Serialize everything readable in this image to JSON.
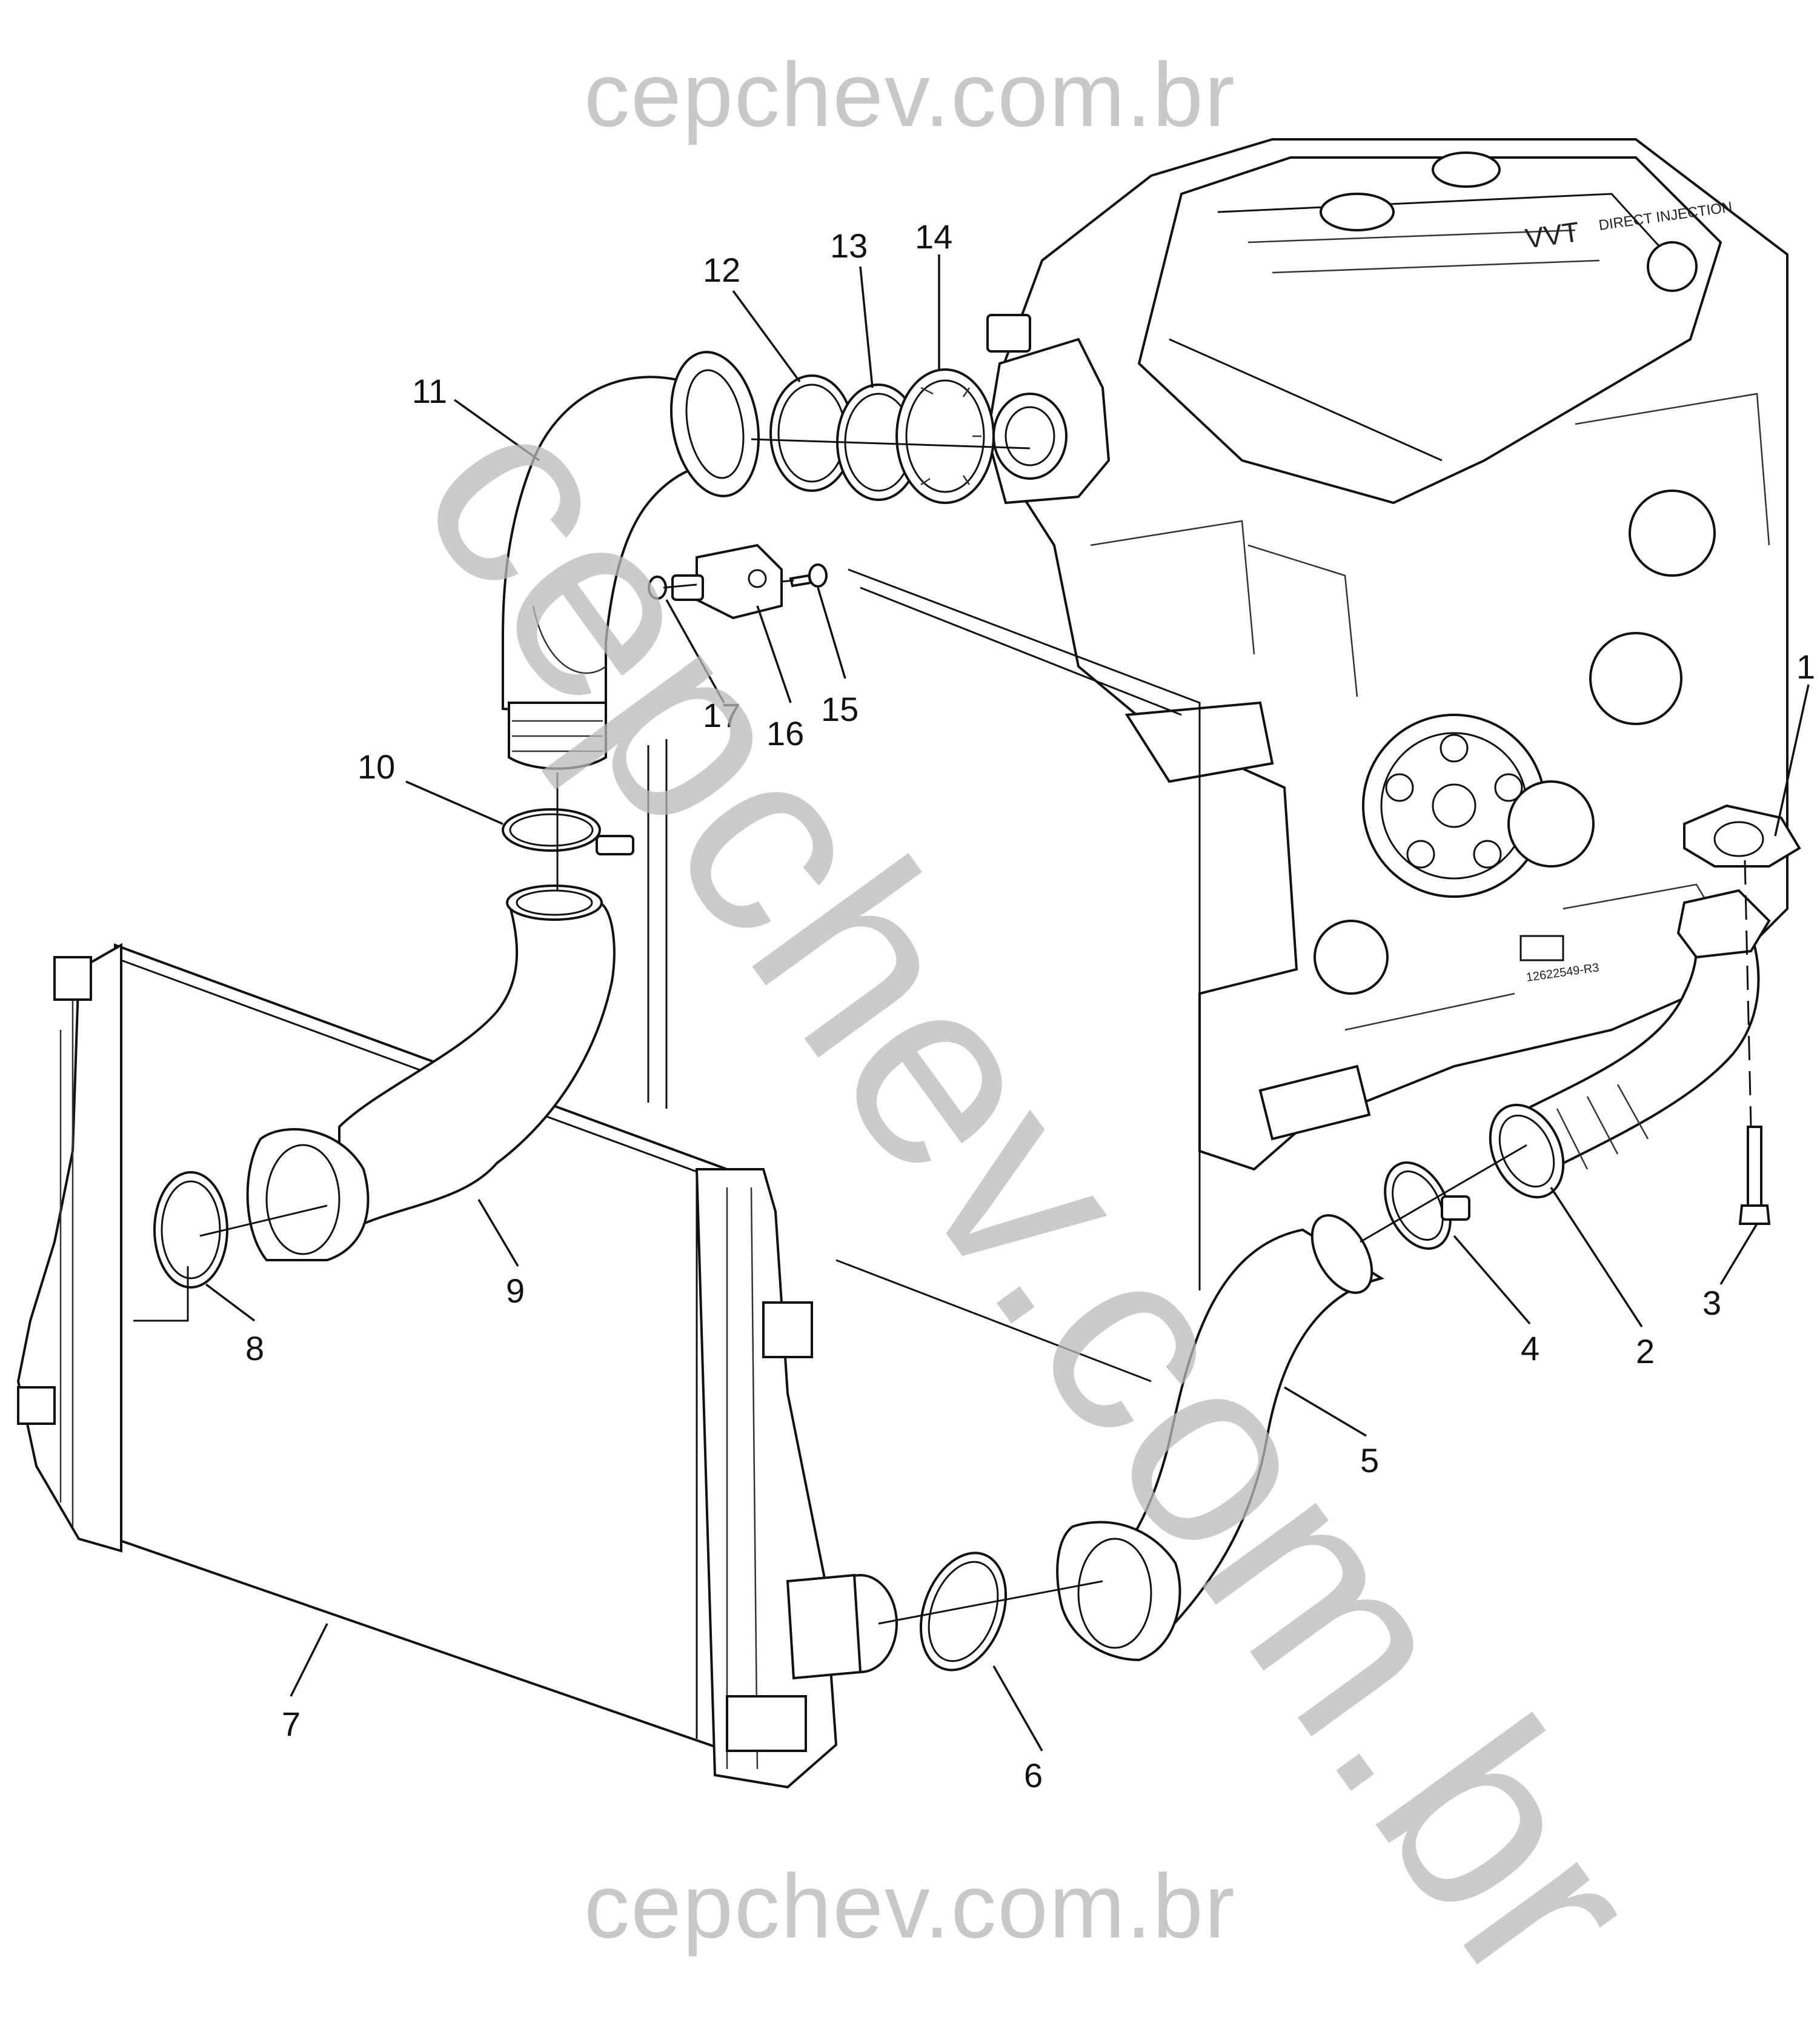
{
  "watermark": {
    "top": "cepchev.com.br",
    "bottom": "cepchev.com.br",
    "diagonal": "cepchev.com.br"
  },
  "callouts": [
    "1",
    "2",
    "3",
    "4",
    "5",
    "6",
    "7",
    "8",
    "9",
    "10",
    "11",
    "12",
    "13",
    "14",
    "15",
    "16",
    "17"
  ],
  "engine_labels": {
    "cover_text": "VVT",
    "cover_subtext": "DIRECT INJECTION",
    "tag": "12622549-R3"
  },
  "colors": {
    "line": "#111111",
    "watermark": "#c8c8c8",
    "background": "#ffffff"
  }
}
